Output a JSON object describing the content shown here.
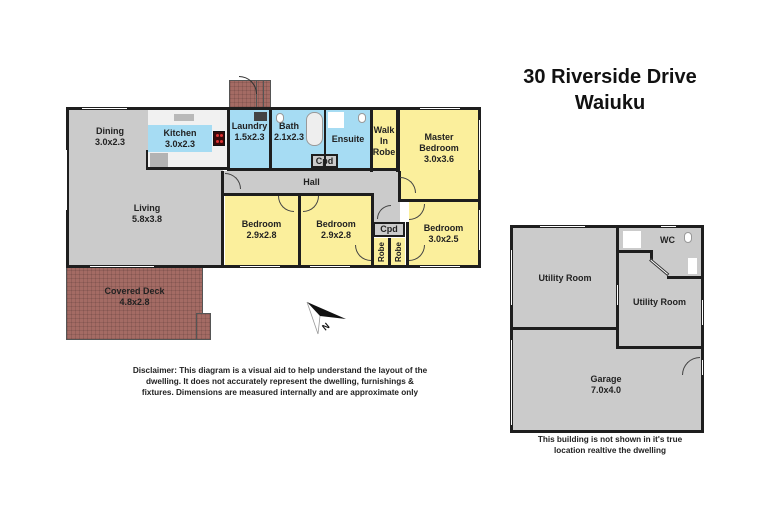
{
  "header": {
    "address_line1": "30 Riverside Drive",
    "address_line2": "Waiuku"
  },
  "main_building": {
    "rooms": [
      {
        "name": "Dining",
        "dims": "3.0x2.3"
      },
      {
        "name": "Kitchen",
        "dims": "3.0x2.3"
      },
      {
        "name": "Laundry",
        "dims": "1.5x2.3"
      },
      {
        "name": "Bath",
        "dims": "2.1x2.3"
      },
      {
        "name": "Ensuite",
        "dims": ""
      },
      {
        "name": "Walk In Robe",
        "dims": ""
      },
      {
        "name": "Master Bedroom",
        "dims": "3.0x3.6"
      },
      {
        "name": "Hall",
        "dims": ""
      },
      {
        "name": "Living",
        "dims": "5.8x3.8"
      },
      {
        "name": "Bedroom",
        "dims": "2.9x2.8"
      },
      {
        "name": "Bedroom",
        "dims": "2.9x2.8"
      },
      {
        "name": "Bedroom",
        "dims": "3.0x2.5"
      },
      {
        "name": "Covered Deck",
        "dims": "4.8x2.8"
      }
    ],
    "cupboards": [
      "Cpd",
      "Cpd"
    ],
    "robes": [
      "Robe",
      "Robe"
    ],
    "labels": {
      "walk_in_robe_l1": "Walk",
      "walk_in_robe_l2": "In",
      "walk_in_robe_l3": "Robe",
      "master_l1": "Master",
      "master_l2": "Bedroom"
    }
  },
  "compass": {
    "label": "N"
  },
  "disclaimer": {
    "line1": "Disclaimer: This diagram is a visual aid to help understand the layout of the",
    "line2": "dwelling. It does not accurately represent the dwelling, furnishings &",
    "line3": "fixtures. Dimensions are measured internally and are approximate only"
  },
  "outbuilding": {
    "rooms": [
      {
        "name": "Utility Room",
        "dims": ""
      },
      {
        "name": "WC",
        "dims": ""
      },
      {
        "name": "Utility Room",
        "dims": ""
      },
      {
        "name": "Garage",
        "dims": "7.0x4.0"
      }
    ],
    "note_line1": "This building is not shown in it's true",
    "note_line2": "location realtive the dwelling"
  },
  "colors": {
    "living_grey": "#cbcbcb",
    "bedroom_yellow": "#fbef9c",
    "wet_blue": "#a6dcf3",
    "deck_brown": "#a46b64",
    "wall": "#1e1e1e"
  }
}
